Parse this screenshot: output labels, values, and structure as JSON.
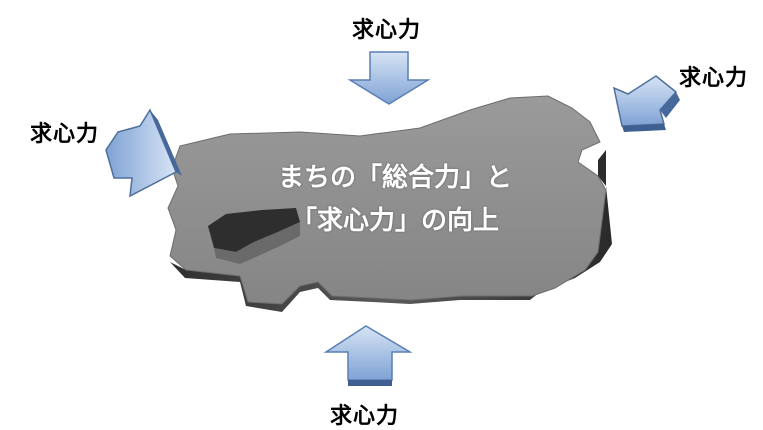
{
  "diagram": {
    "center_text": {
      "line1": "まちの「総合力」と",
      "line2": "「求心力」の向上"
    },
    "arrows": {
      "top": {
        "label": "求心力",
        "direction": "down"
      },
      "left": {
        "label": "求心力",
        "direction": "right"
      },
      "right": {
        "label": "求心力",
        "direction": "down-left"
      },
      "bottom": {
        "label": "求心力",
        "direction": "up"
      }
    },
    "colors": {
      "arrow_light": "#c5d9f1",
      "arrow_dark": "#6f93c7",
      "arrow_edge": "#4f6f9c",
      "map_top": "#8c8c8c",
      "map_side": "#3a3a3a",
      "text_on_map": "#ffffff"
    }
  }
}
